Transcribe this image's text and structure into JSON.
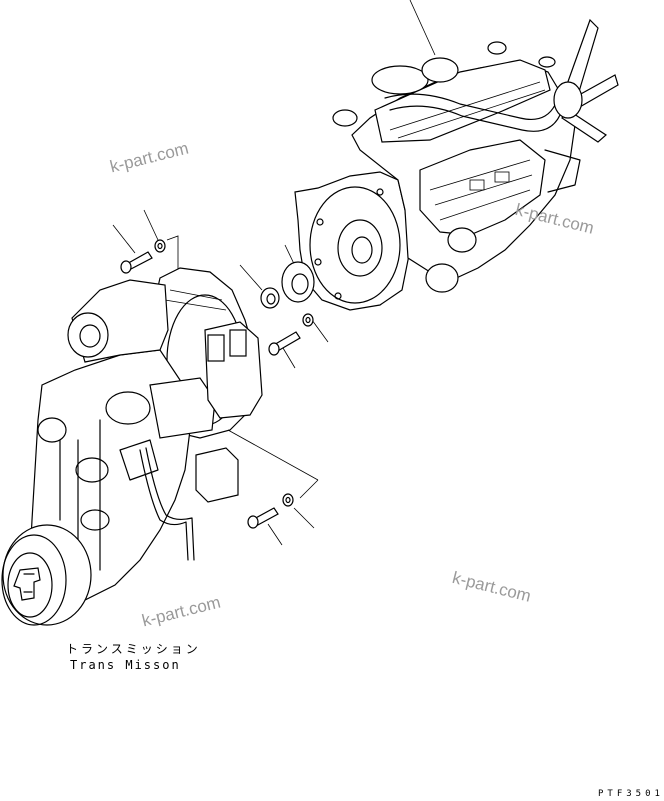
{
  "caption": {
    "japanese": "トランスミッション",
    "english": "Trans Misson"
  },
  "figure_code": "PTF3501",
  "watermarks": [
    "k-part.com",
    "k-part.com",
    "k-part.com",
    "k-part.com"
  ],
  "colors": {
    "ink": "#000000",
    "watermark": "#9a9a9a"
  }
}
